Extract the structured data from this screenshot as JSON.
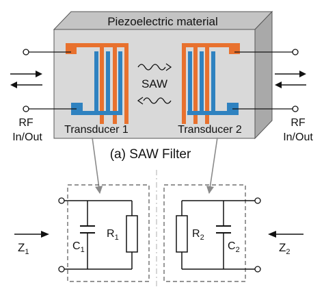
{
  "material_label": "Piezoelectric material",
  "wave_label": "SAW",
  "transducers": [
    "Transducer 1",
    "Transducer 2"
  ],
  "port_label_line1": "RF",
  "port_label_line2": "In/Out",
  "caption": "(a) SAW Filter",
  "circuit": {
    "left": {
      "impedance": "Z",
      "impedance_sub": "1",
      "capacitor": "C",
      "capacitor_sub": "1",
      "resistor": "R",
      "resistor_sub": "1"
    },
    "right": {
      "impedance": "Z",
      "impedance_sub": "2",
      "capacitor": "C",
      "capacitor_sub": "2",
      "resistor": "R",
      "resistor_sub": "2"
    }
  },
  "colors": {
    "electrode_orange": "#e8712e",
    "electrode_blue": "#2f82c0",
    "box_front": "#d9d9d9",
    "box_top": "#c4c4c4",
    "box_side": "#a9a9a9"
  }
}
